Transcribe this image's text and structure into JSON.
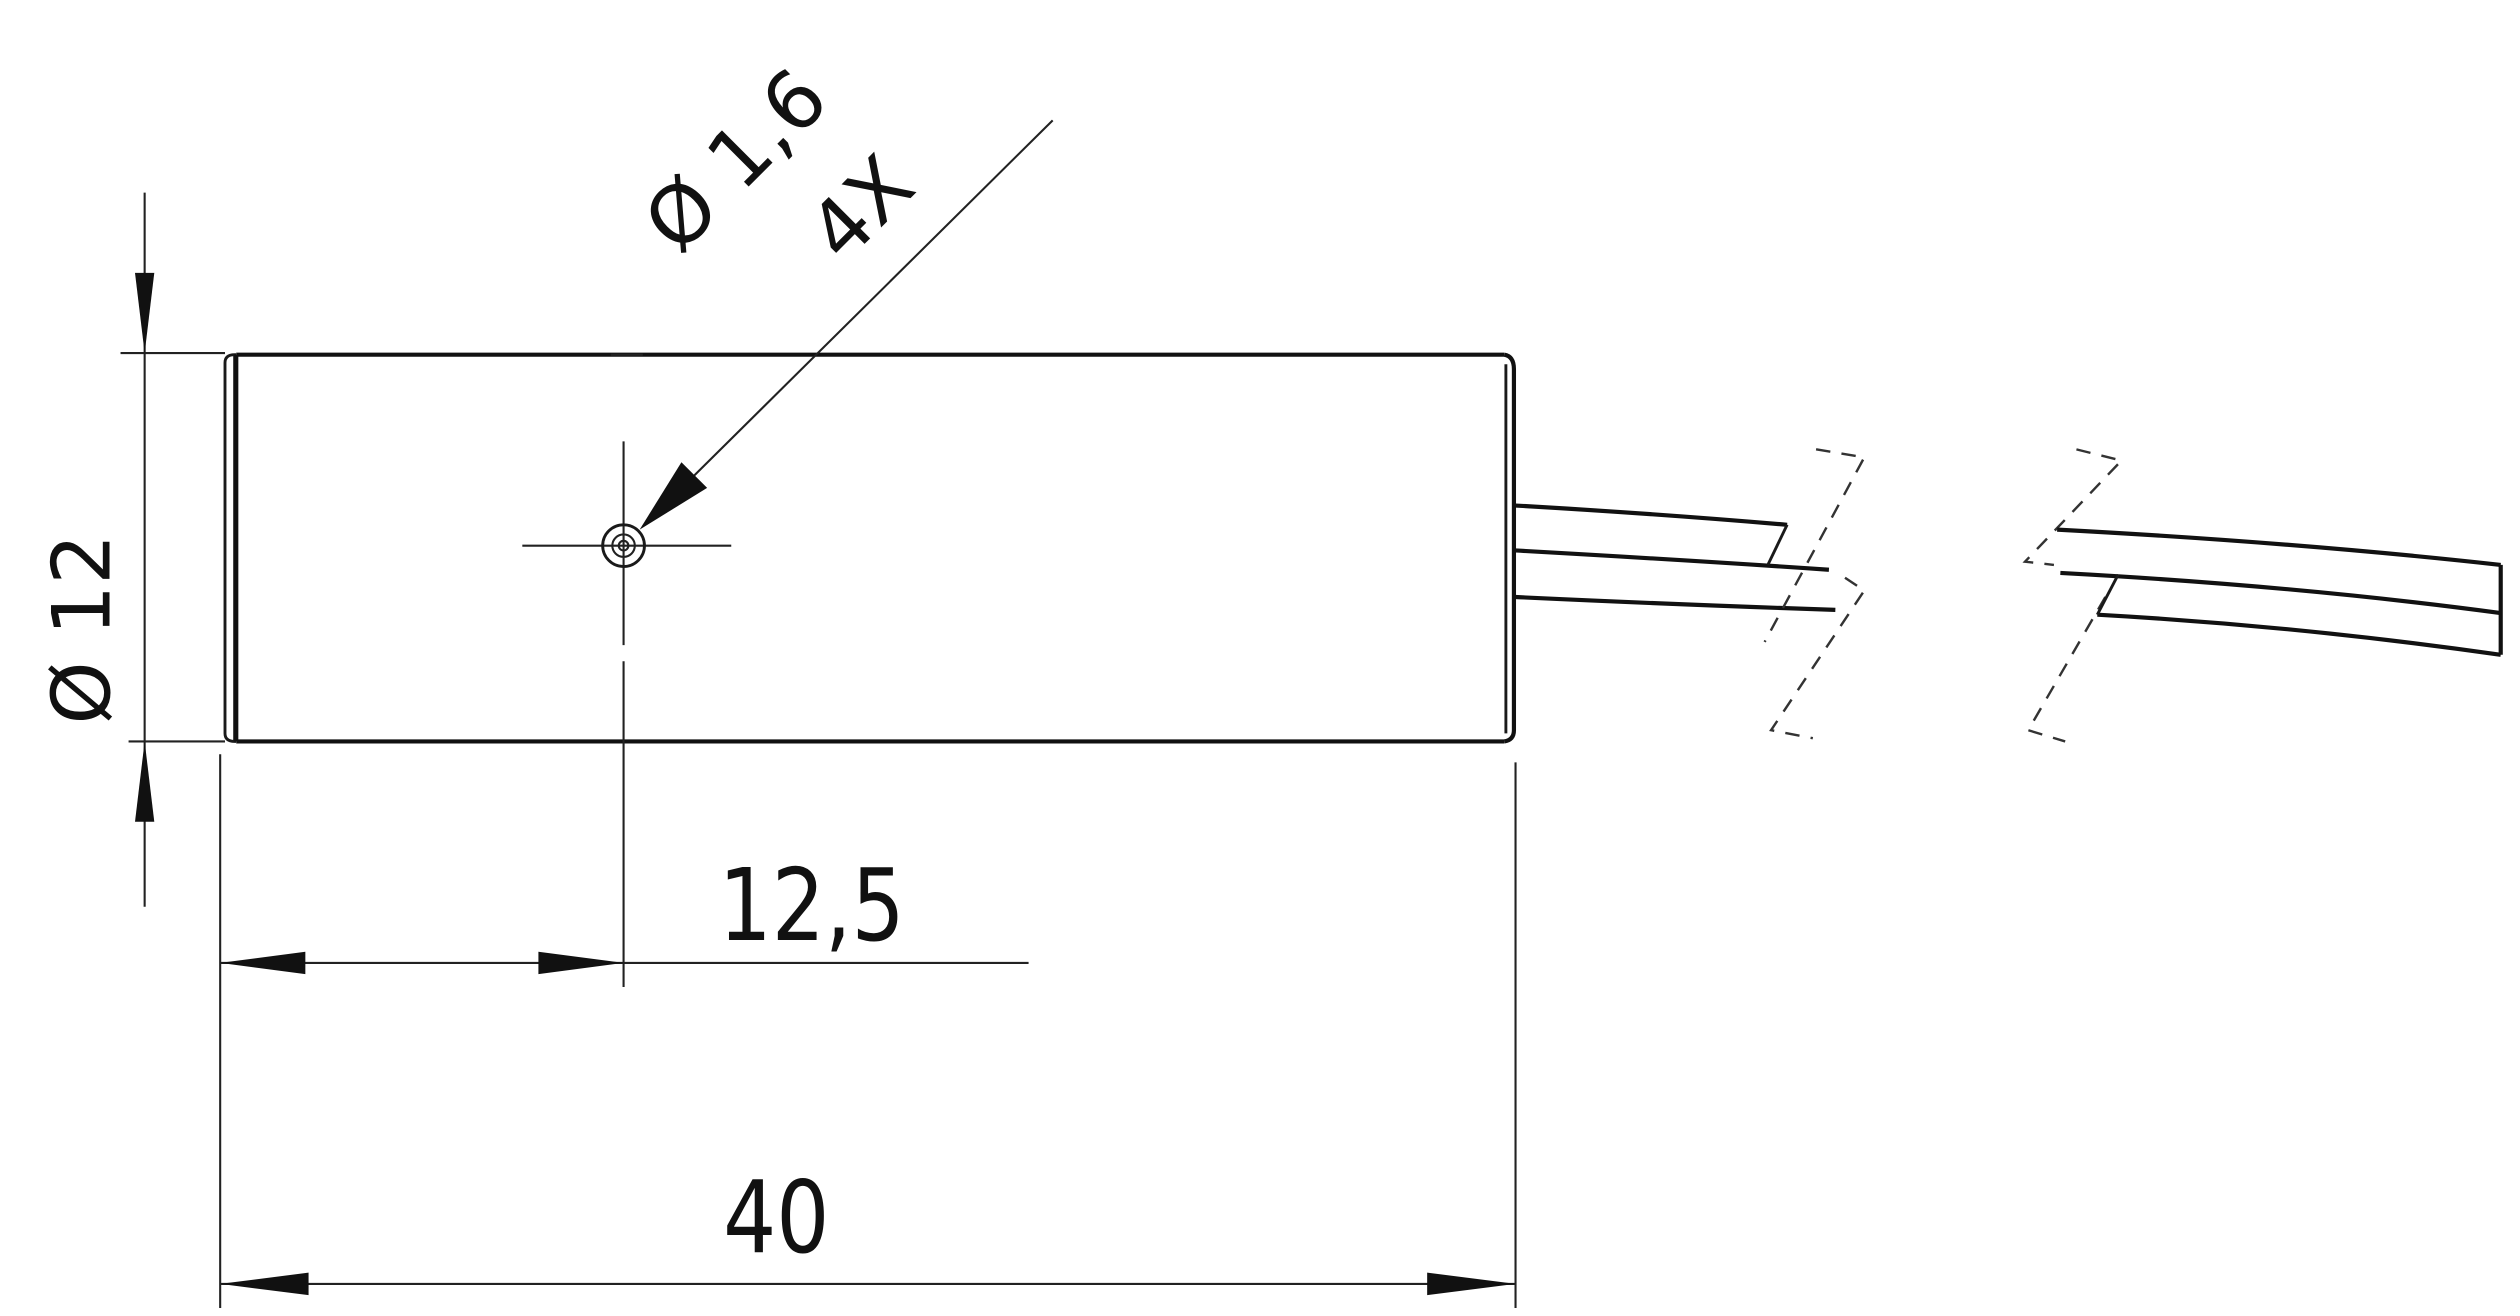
{
  "drawing": {
    "type": "technical dimension drawing",
    "subject": "cylindrical housing with cable",
    "colors": {
      "line": "#111111",
      "background": "#ffffff"
    }
  },
  "dimensions": {
    "diameter_body": {
      "symbol": "Ø",
      "value": "12",
      "label": "Ø 12"
    },
    "hole": {
      "symbol": "Ø",
      "value": "1,6",
      "label": "Ø 1,6",
      "count": "4X"
    },
    "hole_position": {
      "value": "12,5",
      "label": "12,5"
    },
    "total_length": {
      "value": "40",
      "label": "40"
    }
  }
}
